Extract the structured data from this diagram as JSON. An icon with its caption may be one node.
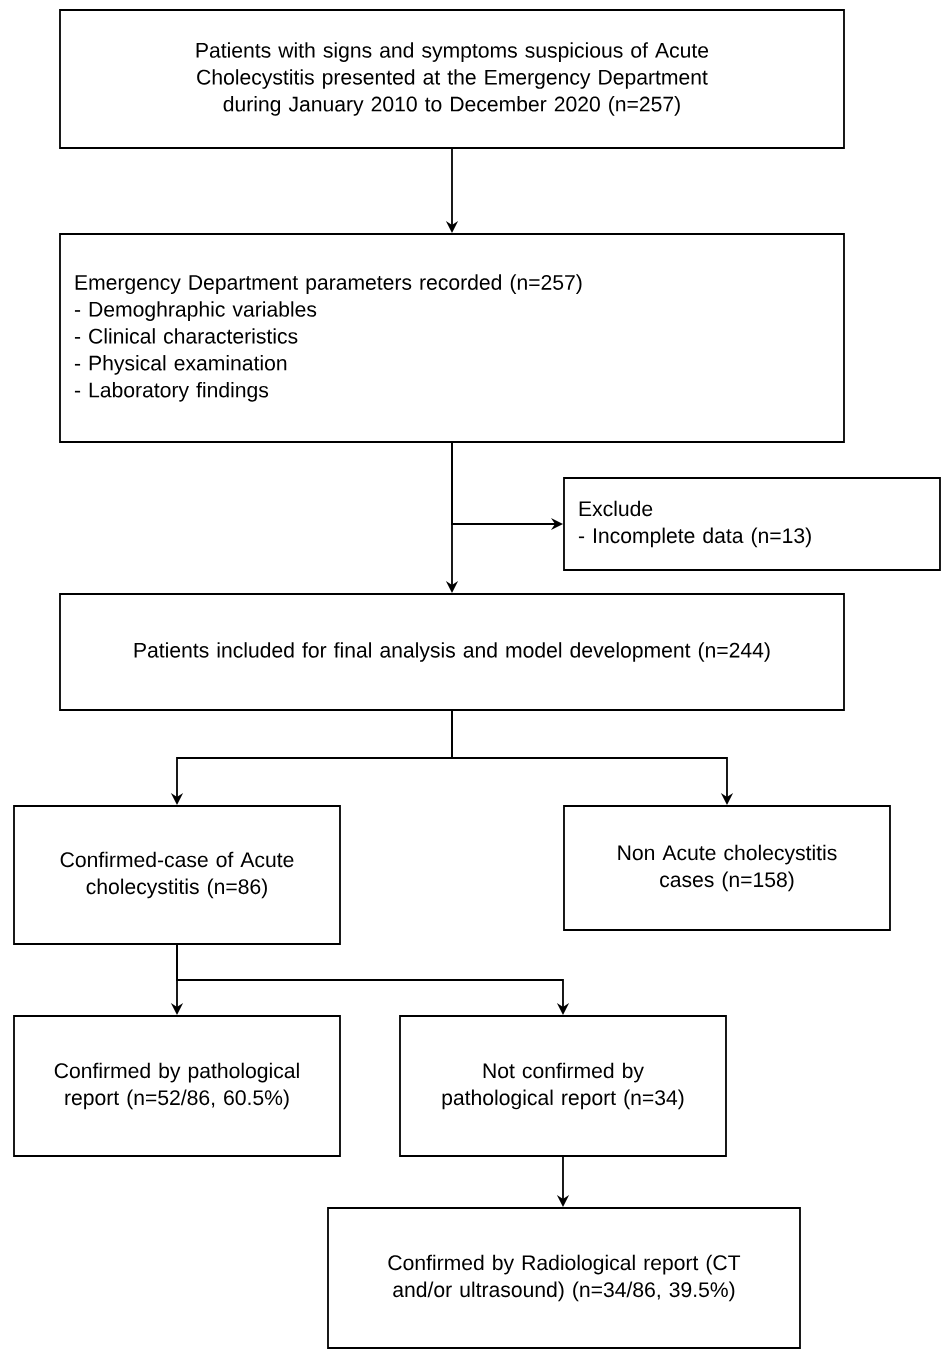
{
  "diagram": {
    "nodes": [
      {
        "text": [
          "Patients with signs and symptoms suspicious of Acute Cholecystitis presented at the Emergency Department during January 2010 to December 2020 (n=257)"
        ]
      },
      {
        "text": [
          "Emergency Department parameters recorded (n=257)",
          "- Demoghraphic variables",
          "- Clinical characteristics",
          "- Physical examination",
          "- Laboratory findings"
        ]
      },
      {
        "text": [
          "Exclude",
          "- Incomplete data (n=13)"
        ]
      },
      {
        "text": [
          "Patients included for final analysis and model development (n=244)"
        ]
      },
      {
        "text": [
          "Confirmed-case of Acute cholecystitis (n=86)"
        ]
      },
      {
        "text": [
          "Non Acute cholecystitis cases (n=158)"
        ]
      },
      {
        "text": [
          "Confirmed by pathological report (n=52/86, 60.5%)"
        ]
      },
      {
        "text": [
          "Not confirmed by pathological report (n=34)"
        ]
      },
      {
        "text": [
          "Confirmed by Radiological report (CT and/or ultrasound) (n=34/86, 39.5%)"
        ]
      }
    ],
    "edges": [
      {
        "from": 0,
        "to": 1,
        "arrow": "to"
      },
      {
        "from": 1,
        "to": 3,
        "arrow": "to"
      },
      {
        "from": 1,
        "to": 2,
        "arrow": "to"
      },
      {
        "from": 3,
        "to": 4,
        "arrow": "to"
      },
      {
        "from": 3,
        "to": 5,
        "arrow": "to"
      },
      {
        "from": 4,
        "to": 6,
        "arrow": "to"
      },
      {
        "from": 4,
        "to": 7,
        "arrow": "to"
      },
      {
        "from": 7,
        "to": 8,
        "arrow": "to"
      }
    ]
  }
}
